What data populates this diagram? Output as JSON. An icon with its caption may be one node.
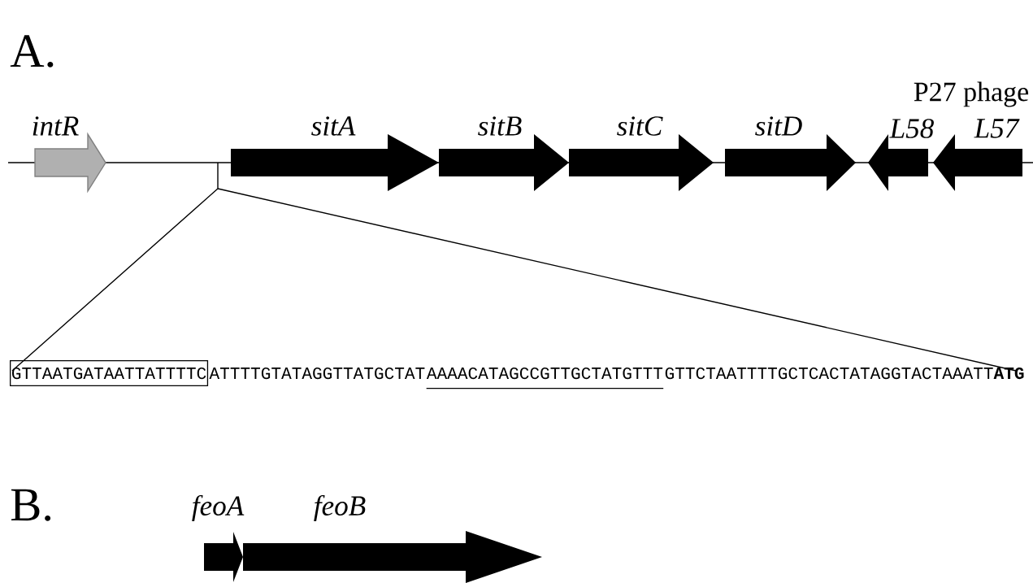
{
  "diagram": {
    "nodes": [
      {
        "text": [
          "intR"
        ]
      },
      {
        "text": [
          "sitA"
        ]
      },
      {
        "text": [
          "sitB"
        ]
      },
      {
        "text": [
          "sitC"
        ]
      },
      {
        "text": [
          "sitD"
        ]
      },
      {
        "text": [
          "L58"
        ]
      },
      {
        "text": [
          "L57"
        ]
      },
      {
        "text": [
          "feoA"
        ]
      },
      {
        "text": [
          "feoB"
        ]
      },
      {
        "text": [
          "GTTAATGATAATTATTTTC"
        ]
      }
    ],
    "edges": [],
    "labels": [
      "A.",
      "P27 phage",
      "ATTTTGTATAGGTTATGCTAT",
      "AAAACATAGCCGTTGCTATGTTT",
      "GTTCTAATTTTGCTCACTATAGGTACTAAATT**ATG**",
      "B."
    ]
  }
}
